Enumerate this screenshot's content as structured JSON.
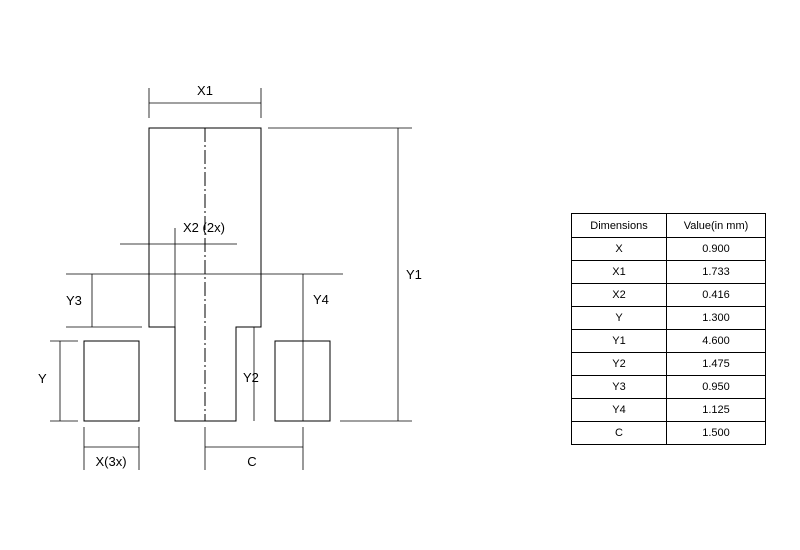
{
  "diagram": {
    "labels": {
      "x1": "X1",
      "x2": "X2 (2x)",
      "y1": "Y1",
      "y2": "Y2",
      "y3": "Y3",
      "y4": "Y4",
      "y": "Y",
      "x": "X(3x)",
      "c": "C"
    }
  },
  "table": {
    "headers": [
      "Dimensions",
      "Value(in mm)"
    ],
    "rows": [
      {
        "name": "X",
        "value": "0.900"
      },
      {
        "name": "X1",
        "value": "1.733"
      },
      {
        "name": "X2",
        "value": "0.416"
      },
      {
        "name": "Y",
        "value": "1.300"
      },
      {
        "name": "Y1",
        "value": "4.600"
      },
      {
        "name": "Y2",
        "value": "1.475"
      },
      {
        "name": "Y3",
        "value": "0.950"
      },
      {
        "name": "Y4",
        "value": "1.125"
      },
      {
        "name": "C",
        "value": "1.500"
      }
    ]
  }
}
